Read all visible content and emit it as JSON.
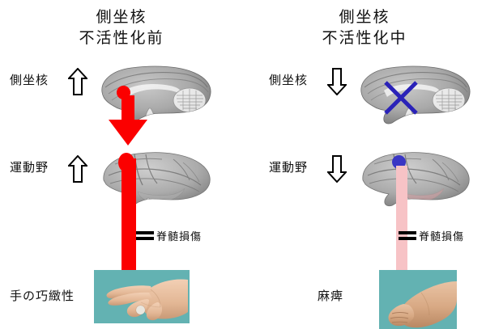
{
  "figure": {
    "type": "diagram",
    "subject": "nucleus-accumbens-inactivation-schematic"
  },
  "panels": [
    {
      "id": "before",
      "title_line1": "側坐核",
      "title_line2": "不活性化前",
      "rows": [
        {
          "label": "側坐核",
          "arrow_icon": "outline-arrow-up",
          "arrow_direction": "up",
          "brain_type": "sagittal-mri",
          "marker": "red-dot",
          "marker_color": "#fb0000"
        },
        {
          "label": "運動野",
          "arrow_icon": "outline-arrow-up",
          "arrow_direction": "down-outline-up",
          "brain_type": "lateral-surface",
          "marker": "red-dot",
          "marker_color": "#fb0000"
        }
      ],
      "signal_arrow": {
        "icon": "thick-down-arrow",
        "color": "#fb0000",
        "strength": "strong"
      },
      "lesion": {
        "icon": "double-bar-block",
        "label": "脊髄損傷"
      },
      "outcome": {
        "label": "手の巧緻性",
        "photo": "hand-precision-grip",
        "photo_background": "#63b2b2"
      }
    },
    {
      "id": "during",
      "title_line1": "側坐核",
      "title_line2": "不活性化中",
      "rows": [
        {
          "label": "側坐核",
          "arrow_icon": "outline-arrow-down",
          "arrow_direction": "down",
          "brain_type": "sagittal-mri",
          "marker": "blue-x-mark",
          "marker_color": "#2a22b8"
        },
        {
          "label": "運動野",
          "arrow_icon": "outline-arrow-down",
          "arrow_direction": "down",
          "brain_type": "lateral-surface",
          "marker": "blue-dot",
          "marker_color": "#3a36c4"
        }
      ],
      "signal_arrow": {
        "icon": "thick-down-arrow",
        "color": "#f7c3c6",
        "strength": "weak"
      },
      "lesion": {
        "icon": "double-bar-block",
        "label": "脊髄損傷"
      },
      "outcome": {
        "label": "麻痺",
        "photo": "hand-clenched-fist",
        "photo_background": "#63b2b2"
      }
    }
  ],
  "colors": {
    "active_red": "#fb0000",
    "faded_pink": "#f7c3c6",
    "inactive_blue": "#2a22b8",
    "dot_blue": "#3a36c4",
    "photo_teal": "#63b2b2",
    "text": "#111111",
    "background": "#ffffff"
  }
}
